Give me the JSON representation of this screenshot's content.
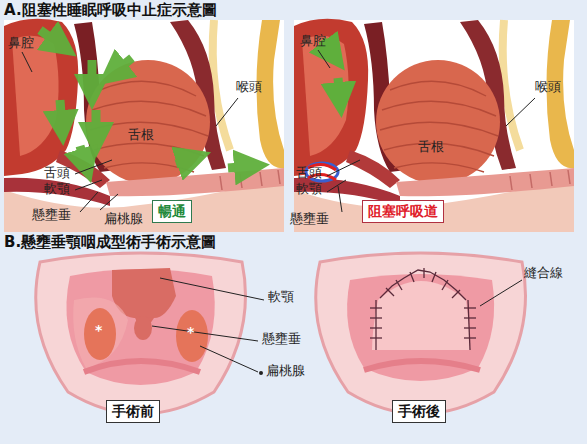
{
  "diagram": {
    "nodes": [
      {
        "text": [
          "暢通"
        ]
      },
      {
        "text": [
          "阻塞呼吸道"
        ]
      },
      {
        "text": [
          "手術前"
        ]
      },
      {
        "text": [
          "手術後"
        ]
      }
    ],
    "labels": [
      "A.阻塞性睡眠呼吸中止症示意圖",
      "鼻腔",
      "喉頭",
      "舌根",
      "舌頭",
      "軟顎",
      "懸壅垂",
      "扁桃腺",
      "鼻腔",
      "喉頭",
      "舌根",
      "舌頭",
      "軟顎",
      "懸壅垂",
      "B.懸壅垂顎咽成型術手術示意圖",
      "軟顎",
      "懸壅垂",
      "扁桃腺",
      "*",
      "*",
      "縫合線"
    ]
  }
}
